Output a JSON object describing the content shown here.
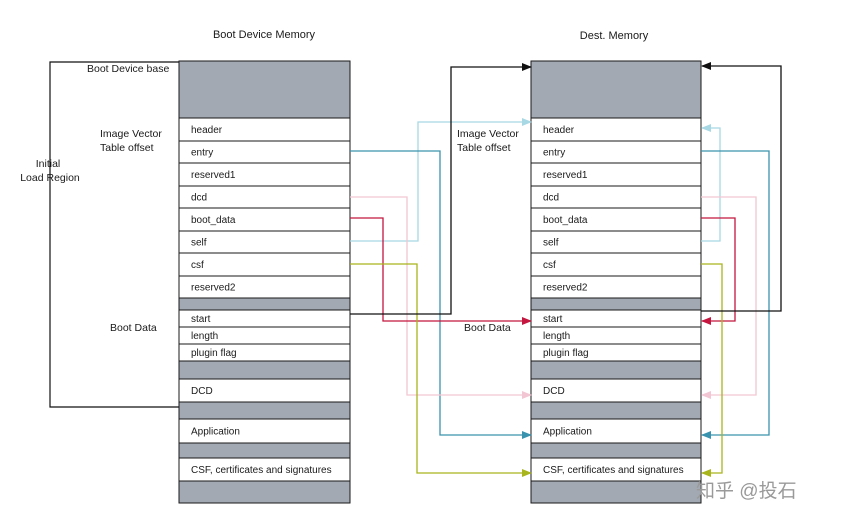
{
  "titles": {
    "left": "Boot Device Memory",
    "right": "Dest. Memory"
  },
  "annotations": {
    "boot_device_base": "Boot Device base",
    "ivt_offset_line1": "Image Vector",
    "ivt_offset_line2": "Table offset",
    "initial_load_line1": "Initial",
    "initial_load_line2": "Load Region",
    "boot_data": "Boot Data"
  },
  "memory_rows": [
    {
      "key": "base",
      "label": "",
      "shaded": true
    },
    {
      "key": "header",
      "label": "header",
      "shaded": false
    },
    {
      "key": "entry",
      "label": "entry",
      "shaded": false
    },
    {
      "key": "reserved1",
      "label": "reserved1",
      "shaded": false
    },
    {
      "key": "dcd",
      "label": "dcd",
      "shaded": false
    },
    {
      "key": "boot_data",
      "label": "boot_data",
      "shaded": false
    },
    {
      "key": "self",
      "label": "self",
      "shaded": false
    },
    {
      "key": "csf",
      "label": "csf",
      "shaded": false
    },
    {
      "key": "reserved2",
      "label": "reserved2",
      "shaded": false
    },
    {
      "key": "gap1",
      "label": "",
      "shaded": true
    },
    {
      "key": "start",
      "label": "start",
      "shaded": false
    },
    {
      "key": "length",
      "label": "length",
      "shaded": false
    },
    {
      "key": "plugin_flag",
      "label": "plugin flag",
      "shaded": false
    },
    {
      "key": "gap2",
      "label": "",
      "shaded": true
    },
    {
      "key": "dcd_block",
      "label": "DCD",
      "shaded": false
    },
    {
      "key": "gap3",
      "label": "",
      "shaded": true
    },
    {
      "key": "application",
      "label": "Application",
      "shaded": false
    },
    {
      "key": "gap4",
      "label": "",
      "shaded": true
    },
    {
      "key": "csf_block",
      "label": "CSF, certificates and signatures",
      "shaded": false
    },
    {
      "key": "gap5",
      "label": "",
      "shaded": true
    }
  ],
  "pointer_colors": {
    "header_self": "#a8d8e4",
    "entry_application": "#3a93ae",
    "dcd": "#f2c6d3",
    "boot_data": "#c4163f",
    "csf": "#a8b51c",
    "start": "#111111"
  },
  "colors": {
    "shaded_fill": "#a2a9b2",
    "row_fill": "#ffffff",
    "border": "#1a1a1a"
  },
  "watermark": "知乎 @投石"
}
